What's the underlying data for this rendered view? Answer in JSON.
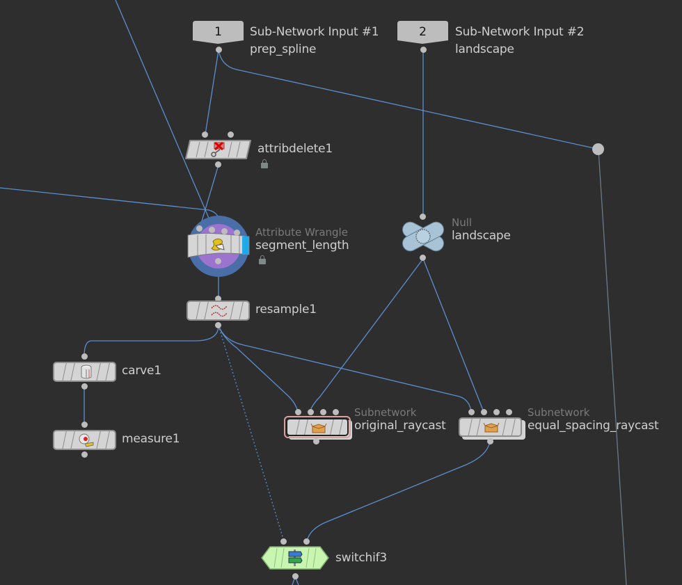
{
  "network": {
    "nodes": [
      {
        "id": "subnet_input_1",
        "badge": "1",
        "type_label": "Sub-Network Input #1",
        "name": "prep_spline"
      },
      {
        "id": "subnet_input_2",
        "badge": "2",
        "type_label": "Sub-Network Input #2",
        "name": "landscape"
      },
      {
        "id": "attribdelete1",
        "name": "attribdelete1",
        "icon": "attribute-delete-icon",
        "locked": true
      },
      {
        "id": "segment_length",
        "type_label": "Attribute Wrangle",
        "name": "segment_length",
        "icon": "wrangle-icon",
        "locked": true,
        "display_flag": true
      },
      {
        "id": "null_landscape",
        "type_label": "Null",
        "name": "landscape",
        "icon": "null-icon"
      },
      {
        "id": "resample1",
        "name": "resample1",
        "icon": "resample-icon"
      },
      {
        "id": "carve1",
        "name": "carve1",
        "icon": "carve-icon"
      },
      {
        "id": "measure1",
        "name": "measure1",
        "icon": "measure-tape-icon"
      },
      {
        "id": "original_raycast",
        "type_label": "Subnetwork",
        "name": "original_raycast",
        "icon": "subnetwork-box-icon",
        "selected": true
      },
      {
        "id": "equal_spacing_raycast",
        "type_label": "Subnetwork",
        "name": "equal_spacing_raycast",
        "icon": "subnetwork-box-icon"
      },
      {
        "id": "switchif3",
        "name": "switchif3",
        "icon": "switch-signpost-icon"
      }
    ],
    "colors": {
      "background": "#2e2e2e",
      "wire": "#5b8fd0",
      "node_body": "#d4d4d4",
      "switch_body": "#c8f5b0",
      "null_body": "#a9c3d6",
      "wrangle_outer": "#4a6fa8",
      "wrangle_inner": "#9c74d0",
      "display_flag": "#20a8e8",
      "selected_outline": "#d9a0a0"
    }
  }
}
